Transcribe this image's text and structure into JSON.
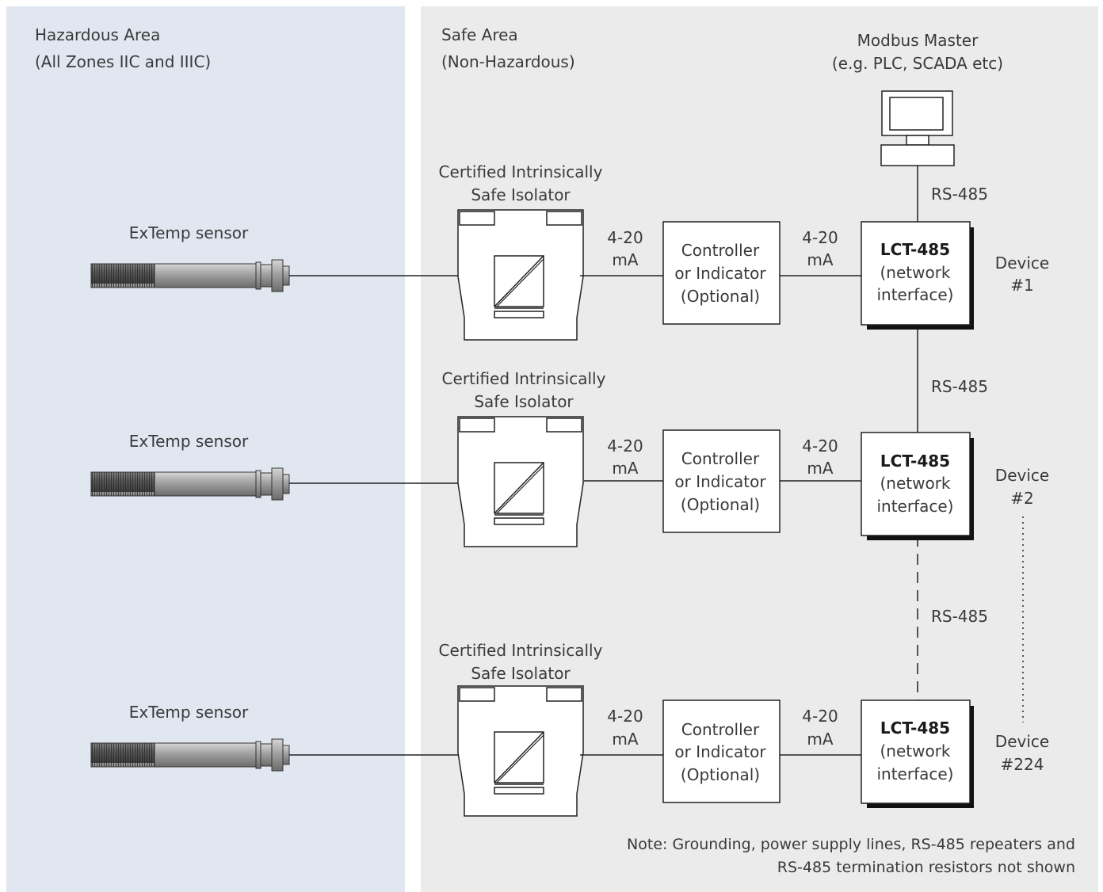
{
  "areas": {
    "hazardous": {
      "line1": "Hazardous Area",
      "line2": "(All Zones IIC and IIIC)",
      "color": "#e0e7f1"
    },
    "safe": {
      "line1": "Safe Area",
      "line2": "(Non-Hazardous)",
      "color": "#ebebeb"
    }
  },
  "master": {
    "line1": "Modbus Master",
    "line2": "(e.g. PLC, SCADA etc)"
  },
  "bus_label": "RS-485",
  "rows": [
    {
      "sensor": "ExTemp sensor",
      "isolator": {
        "line1": "Certified Intrinsically",
        "line2": "Safe Isolator"
      },
      "signal_a": {
        "line1": "4-20",
        "line2": "mA"
      },
      "controller": {
        "line1": "Controller",
        "line2": "or Indicator",
        "line3": "(Optional)"
      },
      "signal_b": {
        "line1": "4-20",
        "line2": "mA"
      },
      "lct": {
        "line1": "LCT-485",
        "line2": "(network",
        "line3": "interface)"
      },
      "device": {
        "line1": "Device",
        "line2": "#1"
      }
    },
    {
      "sensor": "ExTemp sensor",
      "isolator": {
        "line1": "Certified Intrinsically",
        "line2": "Safe Isolator"
      },
      "signal_a": {
        "line1": "4-20",
        "line2": "mA"
      },
      "controller": {
        "line1": "Controller",
        "line2": "or Indicator",
        "line3": "(Optional)"
      },
      "signal_b": {
        "line1": "4-20",
        "line2": "mA"
      },
      "lct": {
        "line1": "LCT-485",
        "line2": "(network",
        "line3": "interface)"
      },
      "device": {
        "line1": "Device",
        "line2": "#2"
      }
    },
    {
      "sensor": "ExTemp sensor",
      "isolator": {
        "line1": "Certified Intrinsically",
        "line2": "Safe Isolator"
      },
      "signal_a": {
        "line1": "4-20",
        "line2": "mA"
      },
      "controller": {
        "line1": "Controller",
        "line2": "or Indicator",
        "line3": "(Optional)"
      },
      "signal_b": {
        "line1": "4-20",
        "line2": "mA"
      },
      "lct": {
        "line1": "LCT-485",
        "line2": "(network",
        "line3": "interface)"
      },
      "device": {
        "line1": "Device",
        "line2": "#224"
      }
    }
  ],
  "note": {
    "line1": "Note: Grounding, power supply lines, RS-485 repeaters and",
    "line2": "RS-485 termination resistors not shown"
  }
}
